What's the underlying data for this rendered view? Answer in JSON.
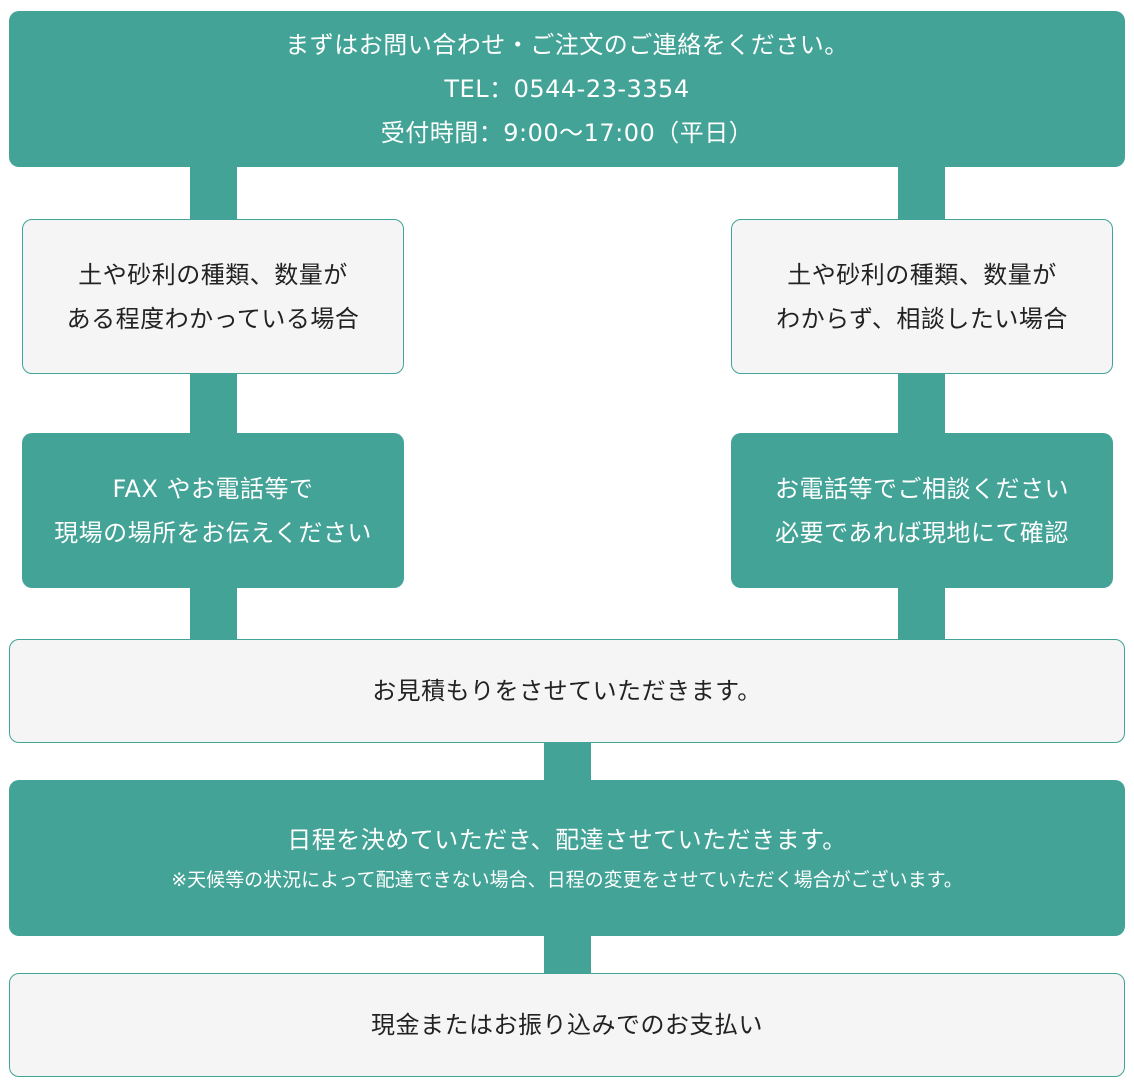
{
  "colors": {
    "accent": "#42a396",
    "light_box": "#f5f5f5",
    "text_dark": "#222222",
    "text_light": "#ffffff"
  },
  "step1": {
    "line1": "まずはお問い合わせ・ご注文のご連絡をください。",
    "tel": "TEL：0544-23-3354",
    "hours": "受付時間：9:00〜17:00（平日）"
  },
  "left": {
    "case": {
      "line1": "土や砂利の種類、数量が",
      "line2": "ある程度わかっている場合"
    },
    "action": {
      "line1": "FAX やお電話等で",
      "line2": "現場の場所をお伝えください"
    }
  },
  "right": {
    "case": {
      "line1": "土や砂利の種類、数量が",
      "line2": "わからず、相談したい場合"
    },
    "action": {
      "line1": "お電話等でご相談ください",
      "line2": "必要であれば現地にて確認"
    }
  },
  "estimate": {
    "text": "お見積もりをさせていただきます。"
  },
  "delivery": {
    "line1": "日程を決めていただき、配達させていただきます。",
    "note": "※天候等の状況によって配達できない場合、日程の変更をさせていただく場合がございます。"
  },
  "payment": {
    "text": "現金またはお振り込みでのお支払い"
  }
}
